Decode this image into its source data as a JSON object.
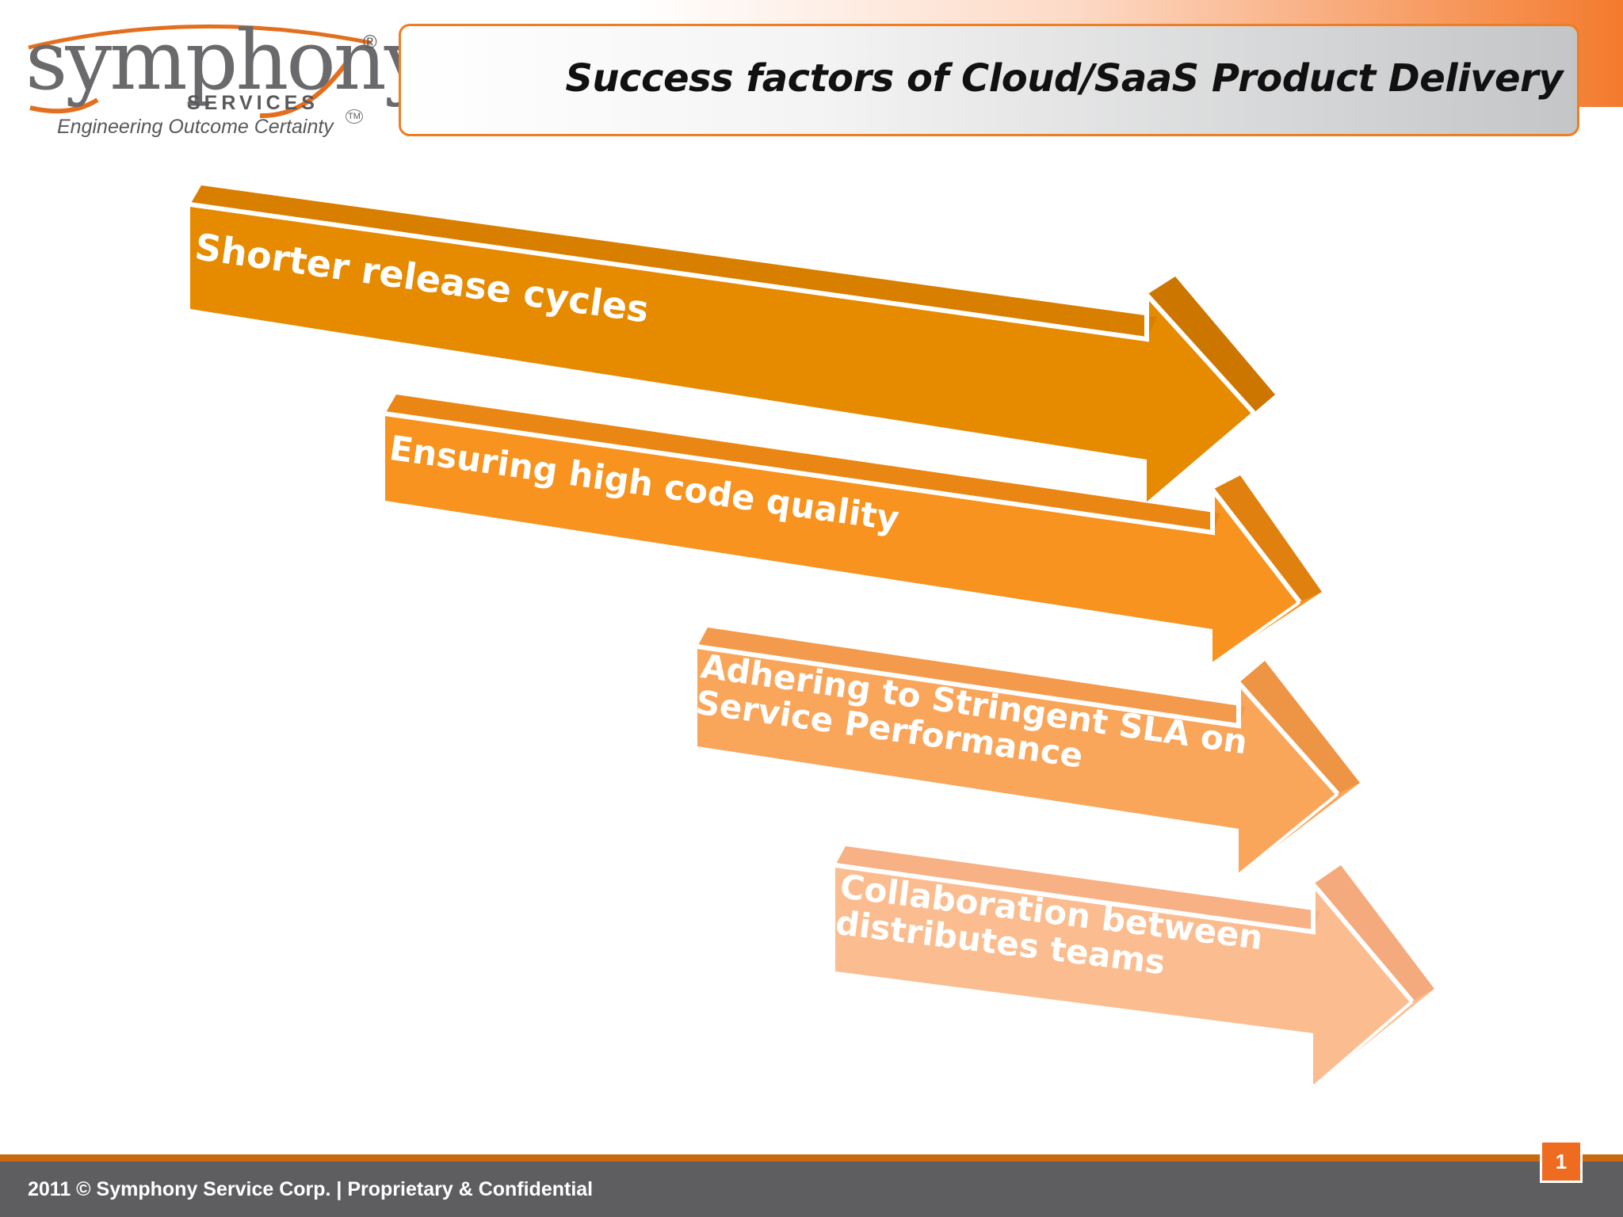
{
  "logo": {
    "brand": "symphony",
    "registered_mark": "®",
    "services": "SERVICES",
    "tagline": "Engineering Outcome Certainty",
    "trademark": "TM",
    "colors": {
      "wordmark": "#6a6a6c",
      "arc": "#e36f1e"
    }
  },
  "header": {
    "title": "Success factors of Cloud/SaaS Product Delivery",
    "border_color": "#ef7d22"
  },
  "arrows": [
    {
      "label": "Shorter release cycles",
      "color": "#e68a00"
    },
    {
      "label": "Ensuring high code quality",
      "color": "#f7931e"
    },
    {
      "label": "Adhering to Stringent SLA on\nService Performance",
      "color": "#f9a55a"
    },
    {
      "label": "Collaboration between\ndistributes teams",
      "color": "#fbbd90"
    }
  ],
  "footer": {
    "text": "2011 © Symphony Service Corp.  |  Proprietary & Confidential",
    "page_number": "1",
    "bar_color": "#5e5e60",
    "accent_color": "#c8690f"
  }
}
